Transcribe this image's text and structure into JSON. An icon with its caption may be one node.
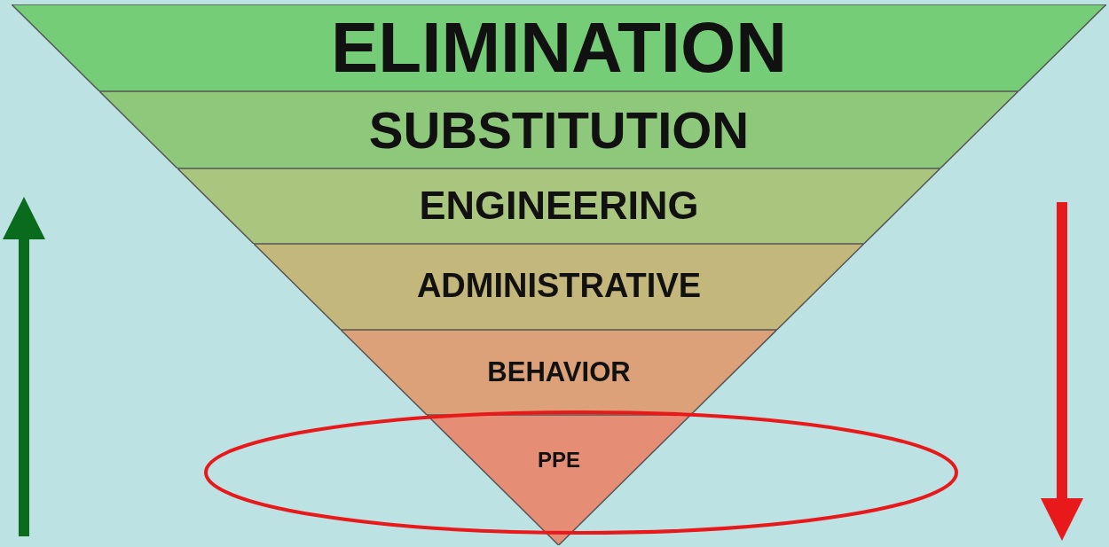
{
  "diagram": {
    "nodes": [
      {
        "text": [
          "ELIMINATION"
        ]
      },
      {
        "text": [
          "SUBSTITUTION"
        ]
      },
      {
        "text": [
          "ENGINEERING"
        ]
      },
      {
        "text": [
          "ADMINISTRATIVE"
        ]
      },
      {
        "text": [
          "BEHAVIOR"
        ]
      },
      {
        "text": [
          "PPE"
        ]
      }
    ]
  }
}
